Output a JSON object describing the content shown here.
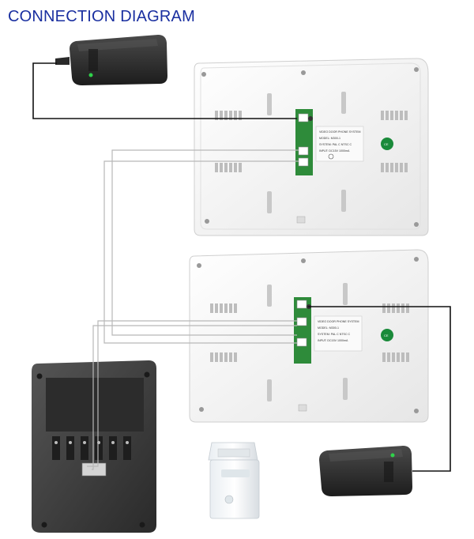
{
  "diagram": {
    "title": "CONNECTION DIAGRAM",
    "monitor_label": {
      "line1": "VIDEO DOOR PHONE SYSTEM",
      "line2": "MODEL: M300-1",
      "line3": "SYSTEM: PAL C  NTSC C",
      "line4": "INPUT: DC15V 1000mA"
    },
    "badge_text": "CE",
    "colors": {
      "title": "#1a2fa0",
      "cable": "#111111",
      "signal_cable": "#b8b8b8",
      "monitor_body": "#f2f2f2",
      "adapter": "#2e2e2e",
      "doorbell": "#3a3a3a",
      "led": "#2fd24a",
      "badge": "#1a8a3a"
    }
  }
}
